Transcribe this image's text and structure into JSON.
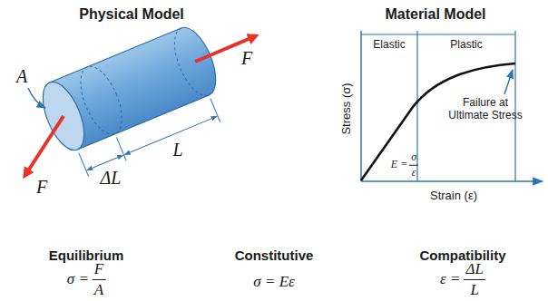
{
  "diagram": {
    "labels": [
      "Physical Model",
      "Material Model",
      "A",
      "F",
      "F",
      "L",
      "ΔL",
      "Elastic",
      "Plastic",
      "Stress (σ)",
      "Strain (ε)",
      "E =",
      "σ",
      "ε",
      "Failure at Ultimate Stress",
      "Equilibrium",
      "σ =",
      "F",
      "A",
      "Constitutive",
      "σ = Eε",
      "Compatibility",
      "ε =",
      "ΔL",
      "L"
    ]
  }
}
